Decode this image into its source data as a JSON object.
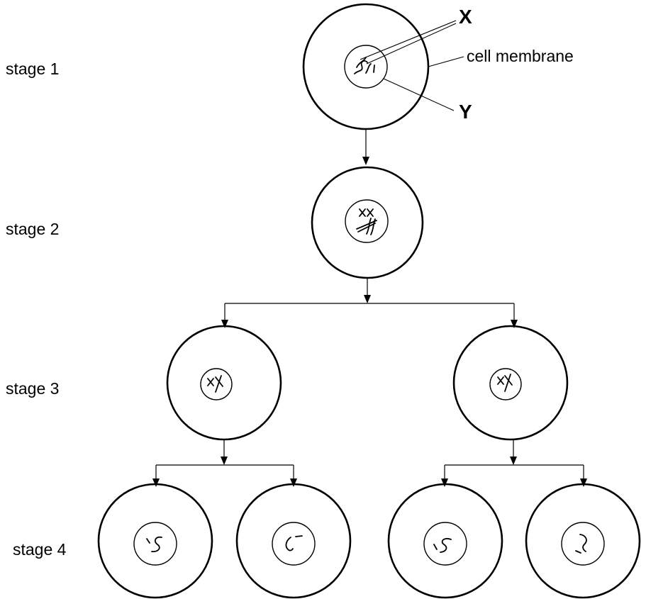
{
  "stages": [
    {
      "id": "stage-1",
      "label": "stage 1"
    },
    {
      "id": "stage-2",
      "label": "stage 2"
    },
    {
      "id": "stage-3",
      "label": "stage 3"
    },
    {
      "id": "stage-4",
      "label": "stage 4"
    }
  ],
  "annotations": {
    "x_label": "X",
    "y_label": "Y",
    "membrane_label": "cell membrane"
  },
  "colors": {
    "line": "#000000",
    "background": "#ffffff"
  }
}
